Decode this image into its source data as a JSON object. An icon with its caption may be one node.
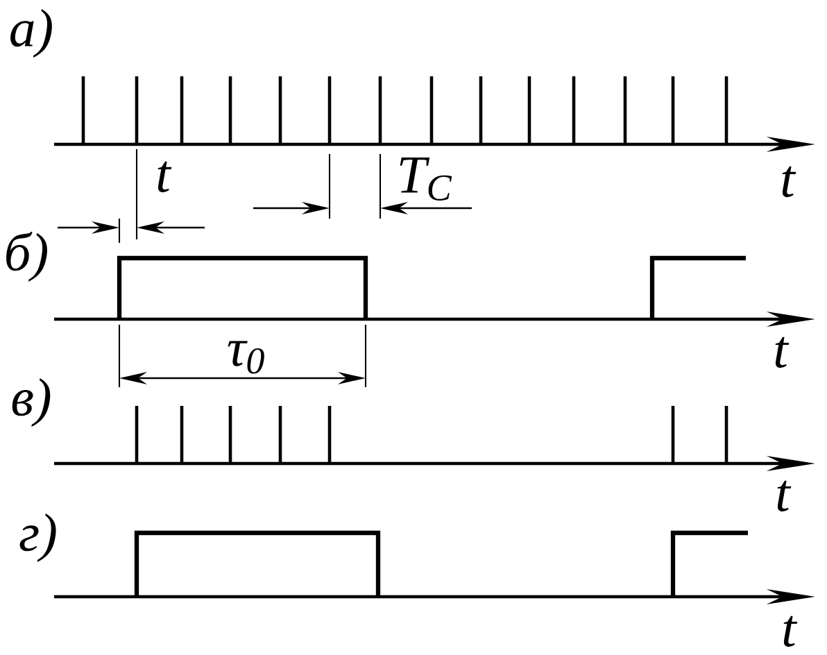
{
  "diagram": {
    "labels": [
      "а)",
      "t",
      "T$_{C}$",
      "t",
      "б)",
      "t",
      "τ$_{0}$",
      "в)",
      "t",
      "г)",
      "t"
    ]
  }
}
